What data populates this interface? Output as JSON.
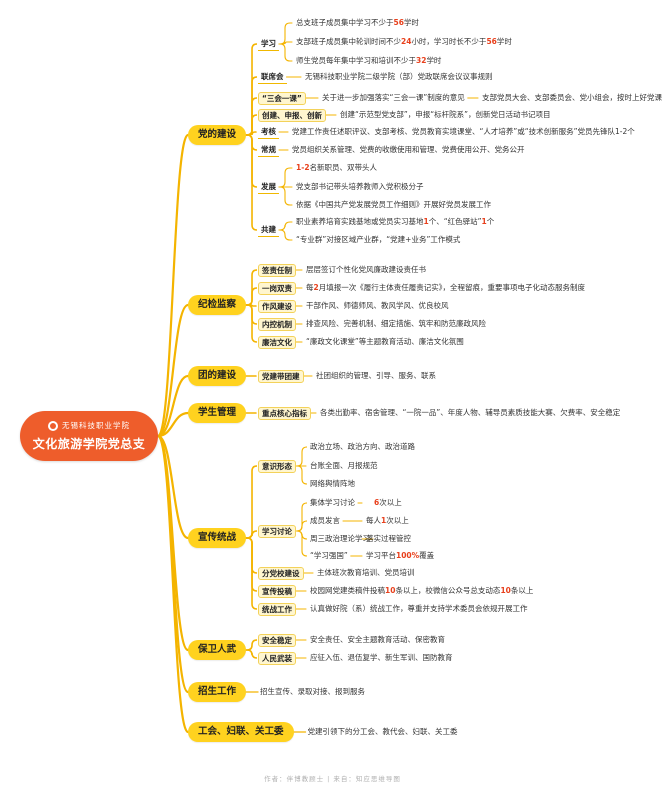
{
  "root": {
    "logo_text": "无锡科技职业学院",
    "title": "文化旅游学院党总支"
  },
  "footer": "作者：伴博教顾士 | 来自：知应思维导图",
  "colors": {
    "root": "#ee5d2b",
    "branch": "#ffd21f",
    "line": "#f4b400",
    "highlight": "#e8401c"
  },
  "branches": [
    {
      "label": "党的建设",
      "children": [
        {
          "label": "学习",
          "style": "line",
          "leaves": [
            [
              "总支班子成员集中学习不少于",
              {
                "hl": "56"
              },
              "学时"
            ],
            [
              "支部班子成员集中轮训时间不少",
              {
                "hl": "24"
              },
              "小时，学习时长不少于",
              {
                "hl": "56"
              },
              "学时"
            ],
            [
              "师生党员每年集中学习和培训不少于",
              {
                "hl": "32"
              },
              "学时"
            ]
          ]
        },
        {
          "label": "联席会",
          "style": "line",
          "leaves": [
            [
              "无锡科技职业学院二级学院（部）党政联席会议议事规则"
            ]
          ]
        },
        {
          "label": "“三会一课”",
          "style": "box",
          "leaves": [
            [
              "关于进一步加强落实“三会一课”制度的意见"
            ]
          ],
          "tail": "支部党员大会、支部委员会、党小组会，按时上好党课"
        },
        {
          "label": "创建、申报、创新",
          "style": "box",
          "leaves": [
            [
              "创建“示范型党支部”，申报“标杆院系”，创新党日活动书记项目"
            ]
          ]
        },
        {
          "label": "考核",
          "style": "line",
          "leaves": [
            [
              "党建工作责任述职评议、支部考核、党员教育实境课堂、“人才培养”或“技术创新服务”党员先锋队1-2个"
            ]
          ]
        },
        {
          "label": "常规",
          "style": "line",
          "leaves": [
            [
              "党员组织关系管理、党费的收缴使用和管理、党费使用公开、党务公开"
            ]
          ]
        },
        {
          "label": "发展",
          "style": "line",
          "leaves": [
            [
              {
                "hl": "1-2"
              },
              "名新职员、双带头人"
            ],
            [
              "党支部书记带头培养教师入党积极分子"
            ],
            [
              "依据《中国共产党发展党员工作细则》开展好党员发展工作"
            ]
          ]
        },
        {
          "label": "共建",
          "style": "line",
          "leaves": [
            [
              "职业素养培育实践基地或党员实习基地",
              {
                "hl": "1"
              },
              "个、“红色驿站”",
              {
                "hl": "1"
              },
              "个"
            ],
            [
              "“专业群”对接区域产业群，“党建+业务”工作模式"
            ]
          ]
        }
      ]
    },
    {
      "label": "纪检监察",
      "children": [
        {
          "label": "签责任制",
          "style": "box",
          "leaves": [
            [
              "层层签订个性化党风廉政建设责任书"
            ]
          ]
        },
        {
          "label": "一岗双责",
          "style": "box",
          "leaves": [
            [
              "每",
              {
                "hl": "2"
              },
              "月填报一次《履行主体责任履责记实》，全程留痕，重要事项电子化动态服务制度"
            ]
          ]
        },
        {
          "label": "作风建设",
          "style": "box",
          "leaves": [
            [
              "干部作风、师德师风、教风学风、优良校风"
            ]
          ]
        },
        {
          "label": "内控机制",
          "style": "box",
          "leaves": [
            [
              "排查风险、完善机制、细定措施、筑牢和防范廉政风险"
            ]
          ]
        },
        {
          "label": "廉洁文化",
          "style": "box",
          "leaves": [
            [
              "“廉政文化课堂”等主题教育活动、廉洁文化氛围"
            ]
          ]
        }
      ]
    },
    {
      "label": "团的建设",
      "children": [
        {
          "label": "党建带团建",
          "style": "box",
          "leaves": [
            [
              "社团组织的管理、引导、服务、联系"
            ]
          ]
        }
      ]
    },
    {
      "label": "学生管理",
      "children": [
        {
          "label": "重点核心指标",
          "style": "box",
          "leaves": [
            [
              "各类出勤率、宿舍管理、“一院一品”、年度人物、辅导员素质技能大赛、欠费率、安全稳定"
            ]
          ]
        }
      ]
    },
    {
      "label": "宣传统战",
      "children": [
        {
          "label": "意识形态",
          "style": "box",
          "leaves": [
            [
              "政治立场、政治方向、政治道路"
            ],
            [
              "台账全面、月报规范"
            ],
            [
              "网络舆情阵地"
            ]
          ]
        },
        {
          "label": "学习讨论",
          "style": "box",
          "leaves": [
            [
              "集体学习讨论"
            ],
            [
              "成员发言"
            ],
            [
              "周三政治理论学习"
            ],
            [
              "“学习强国”"
            ]
          ],
          "values": [
            [
              "",
              {
                "hl": "6"
              },
              "次以上"
            ],
            [
              "每人",
              {
                "hl": "1"
              },
              "次以上"
            ],
            [
              "落实过程管控"
            ],
            [
              "学习平台",
              {
                "hl": "100%"
              },
              "覆盖"
            ]
          ]
        },
        {
          "label": "分党校建设",
          "style": "box",
          "leaves": [
            [
              "主体班次教育培训、党员培训"
            ]
          ]
        },
        {
          "label": "宣传投稿",
          "style": "box",
          "leaves": [
            [
              "校园网党建类稿件投稿",
              {
                "hl": "10"
              },
              "条以上，校微信公众号总支动态",
              {
                "hl": "10"
              },
              "条以上"
            ]
          ]
        },
        {
          "label": "统战工作",
          "style": "box",
          "leaves": [
            [
              "认真做好院（系）统战工作，尊重并支持学术委员会依规开展工作"
            ]
          ]
        }
      ]
    },
    {
      "label": "保卫人武",
      "children": [
        {
          "label": "安全稳定",
          "style": "box",
          "leaves": [
            [
              "安全责任、安全主题教育活动、保密教育"
            ]
          ]
        },
        {
          "label": "人民武装",
          "style": "box",
          "leaves": [
            [
              "应征入伍、退伍复学、新生军训、国防教育"
            ]
          ]
        }
      ]
    },
    {
      "label": "招生工作",
      "children": [],
      "leaves": [
        [
          "招生宣传、录取对接、报到服务"
        ]
      ]
    },
    {
      "label": "工会、妇联、关工委",
      "children": [],
      "leaves": [
        [
          "党建引领下的分工会、教代会、妇联、关工委"
        ]
      ]
    }
  ]
}
